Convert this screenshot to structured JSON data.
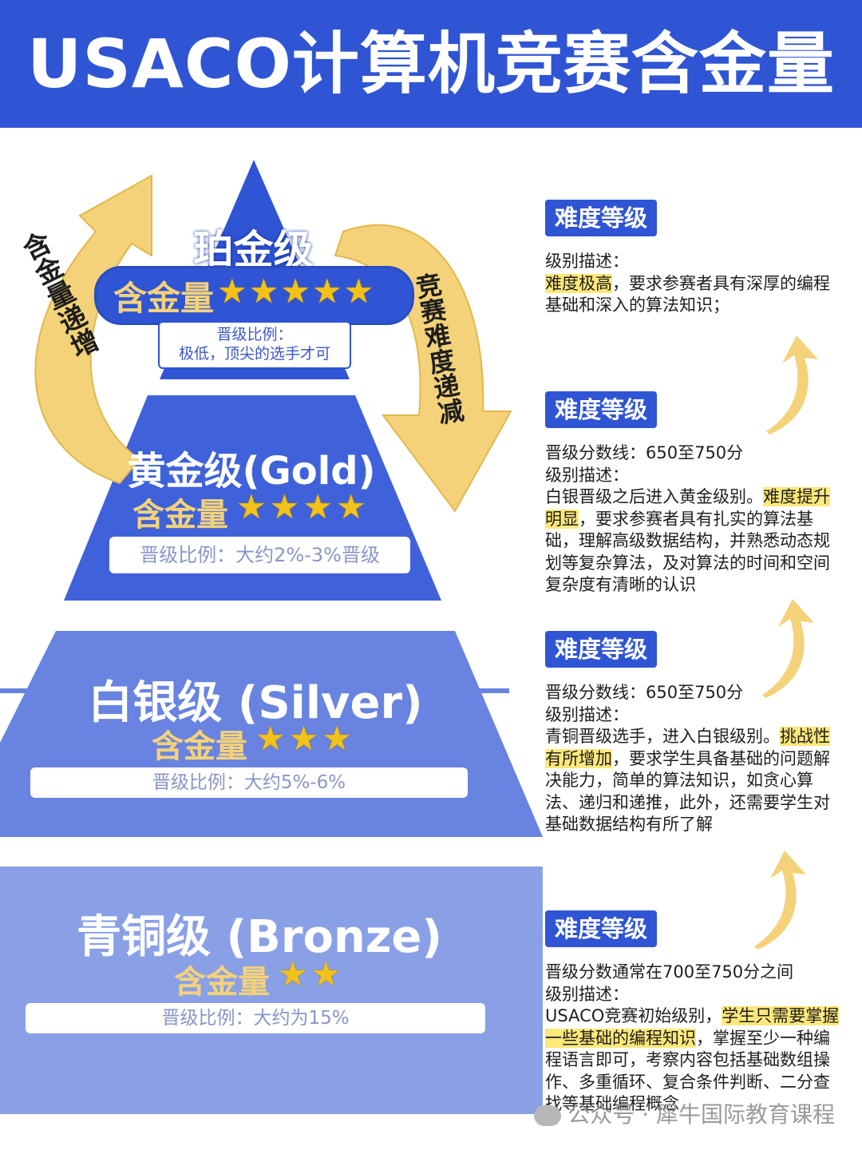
{
  "title": "USACO计算机竞赛含金量",
  "left_arrow_label": "含金量递增",
  "right_arrow_label": "竞赛难度递减",
  "tiers": [
    {
      "name": "珀金级",
      "value_label": "含金量",
      "stars": 5,
      "ratio_title": "晋级比例：",
      "ratio_text": "极低，顶尖的选手才可"
    },
    {
      "name": "黄金级(Gold)",
      "value_label": "含金量",
      "stars": 4,
      "ratio_text": "晋级比例：大约2%-3%晋级"
    },
    {
      "name": "白银级 (Silver)",
      "value_label": "含金量",
      "stars": 3,
      "ratio_text": "晋级比例：大约5%-6%"
    },
    {
      "name": "青铜级 (Bronze)",
      "value_label": "含金量",
      "stars": 2,
      "ratio_text": "晋级比例：大约为15%"
    }
  ],
  "panels": [
    {
      "pill": "难度等级",
      "line1": "级别描述：",
      "highlight1": "难度极高",
      "rest": "，要求参赛者具有深厚的编程基础和深入的算法知识；"
    },
    {
      "pill": "难度等级",
      "score": "晋级分数线：650至750分",
      "line1": "级别描述：",
      "pre": "白银晋级之后进入黄金级别。",
      "highlight1": "难度提升明显",
      "rest": "，要求参赛者具有扎实的算法基础，理解高级数据结构，并熟悉动态规划等复杂算法，及对算法的时间和空间复杂度有清晰的认识"
    },
    {
      "pill": "难度等级",
      "score": "晋级分数线：650至750分",
      "line1": "级别描述：",
      "pre": "青铜晋级选手，进入白银级别。",
      "highlight1": "挑战性有所增加",
      "rest": "，要求学生具备基础的问题解决能力，简单的算法知识，如贪心算法、递归和递推，此外，还需要学生对基础数据结构有所了解"
    },
    {
      "pill": "难度等级",
      "score": "晋级分数通常在700至750分之间",
      "line1": "级别描述：",
      "pre": "USACO竞赛初始级别，",
      "highlight1": "学生只需要掌握一些基础的编程知识",
      "rest": "，掌握至少一种编程语言即可，考察内容包括基础数组操作、多重循环、复合条件判断、二分查找等基础编程概念"
    }
  ],
  "watermark": "公众号 · 犀牛国际教育课程",
  "colors": {
    "header": "#2f55d4",
    "tier1": "#2f55d4",
    "tier2": "#3a5fd9",
    "tier3": "#5b7de0",
    "tier4": "#7d96e4",
    "gold": "#f2c21b",
    "highlight": "#fde87a"
  }
}
